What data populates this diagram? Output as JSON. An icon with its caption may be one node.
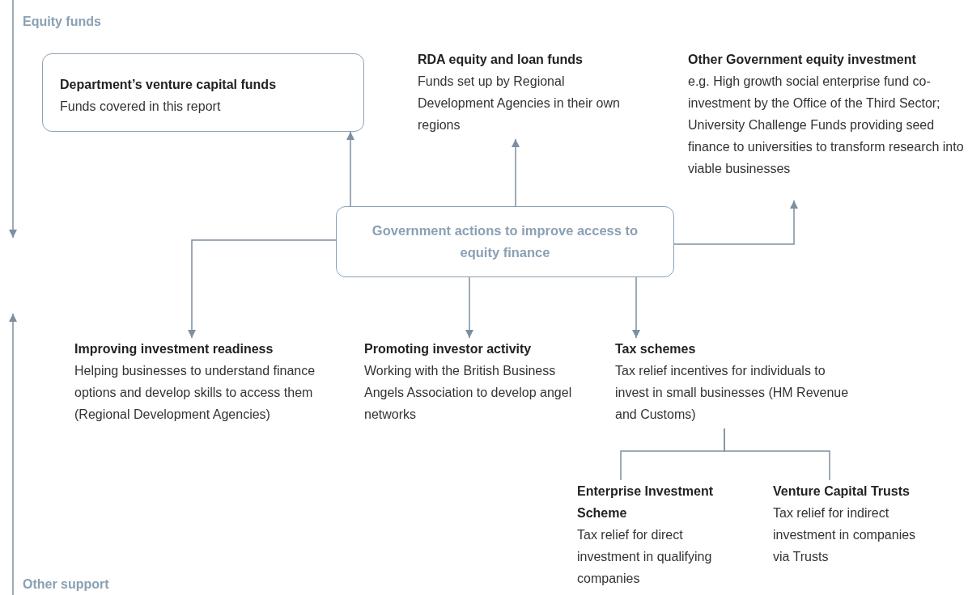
{
  "diagram": {
    "nodes": [
      {
        "text": [
          "Department’s venture capital funds",
          "Funds covered in this report"
        ]
      },
      {
        "text": [
          "RDA equity and loan funds",
          "Funds set up by Regional Development Agencies in their own regions"
        ]
      },
      {
        "text": [
          "Other Government equity investment",
          "e.g. High growth social enterprise fund co-investment by the Office of the Third Sector; University Challenge Funds providing seed finance to universities to transform research into viable businesses"
        ]
      },
      {
        "text": [
          "Government actions to improve access to equity finance"
        ]
      },
      {
        "text": [
          "Improving investment readiness",
          "Helping businesses to understand finance options and develop skills to access them (Regional Development Agencies)"
        ]
      },
      {
        "text": [
          "Promoting investor activity",
          "Working with the British Business Angels Association to develop angel networks"
        ]
      },
      {
        "text": [
          "Tax schemes",
          "Tax relief incentives for individuals to invest in small businesses (HM Revenue and Customs)"
        ]
      },
      {
        "text": [
          "Enterprise Investment Scheme",
          "Tax relief for direct investment in qualifying companies"
        ]
      },
      {
        "text": [
          "Venture Capital Trusts",
          "Tax relief for indirect investment in companies via Trusts"
        ]
      }
    ],
    "edges": [
      {
        "from": 3,
        "to": 0,
        "arrow": "to"
      },
      {
        "from": 3,
        "to": 1,
        "arrow": "to"
      },
      {
        "from": 3,
        "to": 2,
        "arrow": "to"
      },
      {
        "from": 3,
        "to": 4,
        "arrow": "to"
      },
      {
        "from": 3,
        "to": 5,
        "arrow": "to"
      },
      {
        "from": 3,
        "to": 6,
        "arrow": "to"
      },
      {
        "from": 6,
        "to": 7,
        "arrow": "none"
      },
      {
        "from": 6,
        "to": 8,
        "arrow": "none"
      }
    ],
    "labels": [
      "Equity funds",
      "Other support"
    ]
  }
}
